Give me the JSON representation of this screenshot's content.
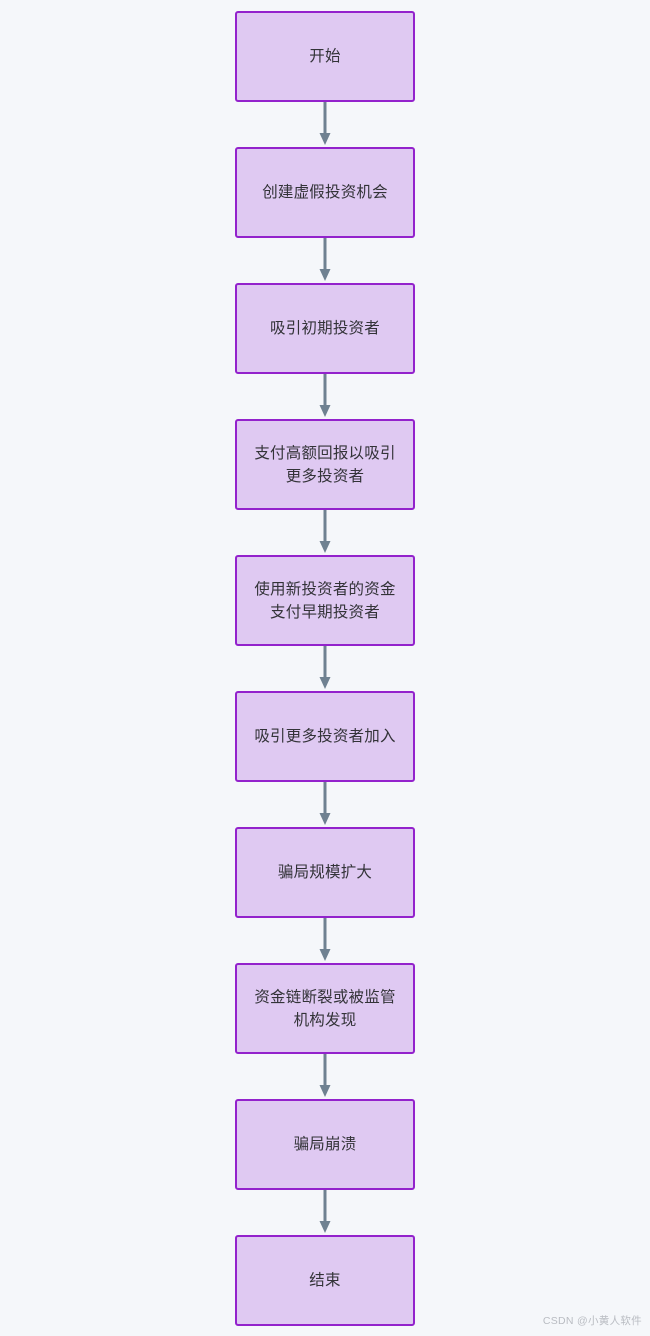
{
  "diagram": {
    "type": "flowchart",
    "direction": "top-to-bottom",
    "background_color": "#f5f7fa",
    "node_fill_color": "#dfc9f2",
    "node_border_color": "#9322cc",
    "node_text_color": "#333338",
    "edge_color": "#6f8191",
    "nodes": [
      {
        "id": "n1",
        "label": "开始"
      },
      {
        "id": "n2",
        "label": "创建虚假投资机会"
      },
      {
        "id": "n3",
        "label": "吸引初期投资者"
      },
      {
        "id": "n4",
        "label": "支付高额回报以吸引\n更多投资者"
      },
      {
        "id": "n5",
        "label": "使用新投资者的资金\n支付早期投资者"
      },
      {
        "id": "n6",
        "label": "吸引更多投资者加入"
      },
      {
        "id": "n7",
        "label": "骗局规模扩大"
      },
      {
        "id": "n8",
        "label": "资金链断裂或被监管\n机构发现"
      },
      {
        "id": "n9",
        "label": "骗局崩溃"
      },
      {
        "id": "n10",
        "label": "结束"
      }
    ],
    "edges": [
      {
        "from": "n1",
        "to": "n2",
        "marker": "arrow"
      },
      {
        "from": "n2",
        "to": "n3",
        "marker": "arrow"
      },
      {
        "from": "n3",
        "to": "n4",
        "marker": "arrow"
      },
      {
        "from": "n4",
        "to": "n5",
        "marker": "arrow"
      },
      {
        "from": "n5",
        "to": "n6",
        "marker": "arrow"
      },
      {
        "from": "n6",
        "to": "n7",
        "marker": "arrow"
      },
      {
        "from": "n7",
        "to": "n8",
        "marker": "arrow"
      },
      {
        "from": "n8",
        "to": "n9",
        "marker": "arrow"
      },
      {
        "from": "n9",
        "to": "n10",
        "marker": "arrow"
      }
    ]
  },
  "watermark": {
    "text": "CSDN @小黄人软件"
  }
}
